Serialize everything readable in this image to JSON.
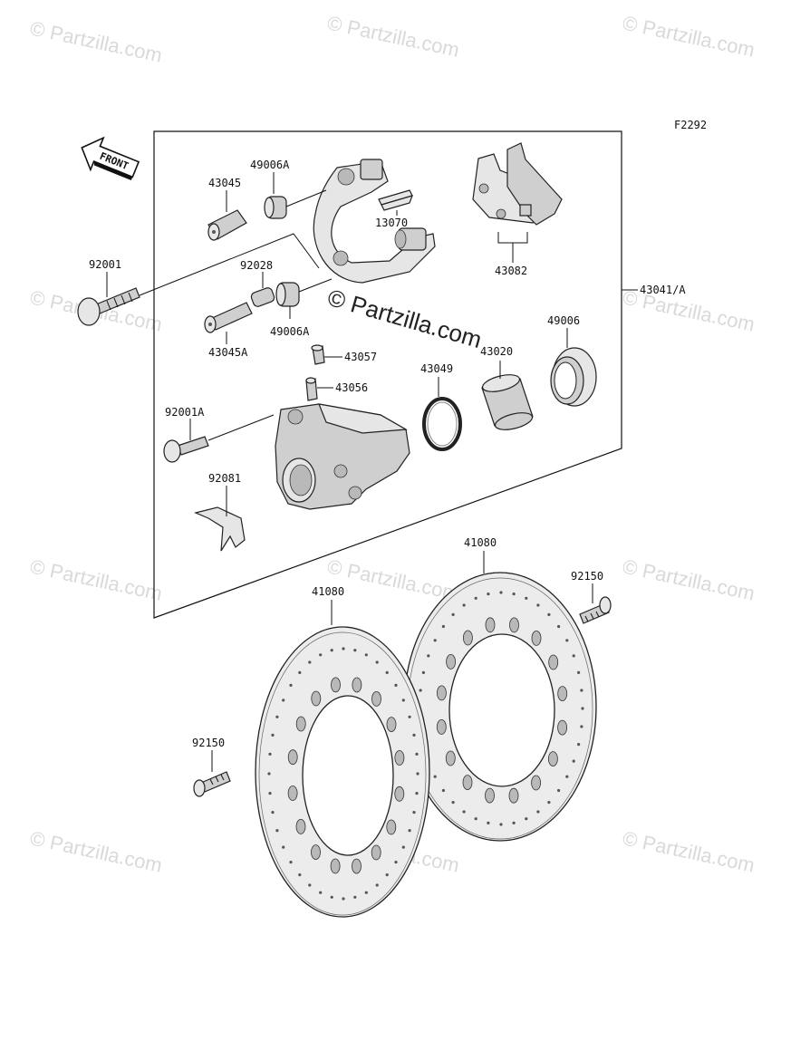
{
  "diagram_code": "F2292",
  "front_label": "FRONT",
  "watermark": "© Partzilla.com",
  "center_watermark": "© Partzilla.com",
  "labels": {
    "p43045": "43045",
    "p49006A_top": "49006A",
    "p13070": "13070",
    "p43082": "43082",
    "p92001": "92001",
    "p92028": "92028",
    "p43041A": "43041/A",
    "p49006A_bot": "49006A",
    "p43045A": "43045A",
    "p49006": "49006",
    "p43057": "43057",
    "p43020": "43020",
    "p43049": "43049",
    "p43056": "43056",
    "p92001A": "92001A",
    "p92081": "92081",
    "p41080_right": "41080",
    "p92150_right": "92150",
    "p41080_left": "41080",
    "p92150_left": "92150"
  }
}
